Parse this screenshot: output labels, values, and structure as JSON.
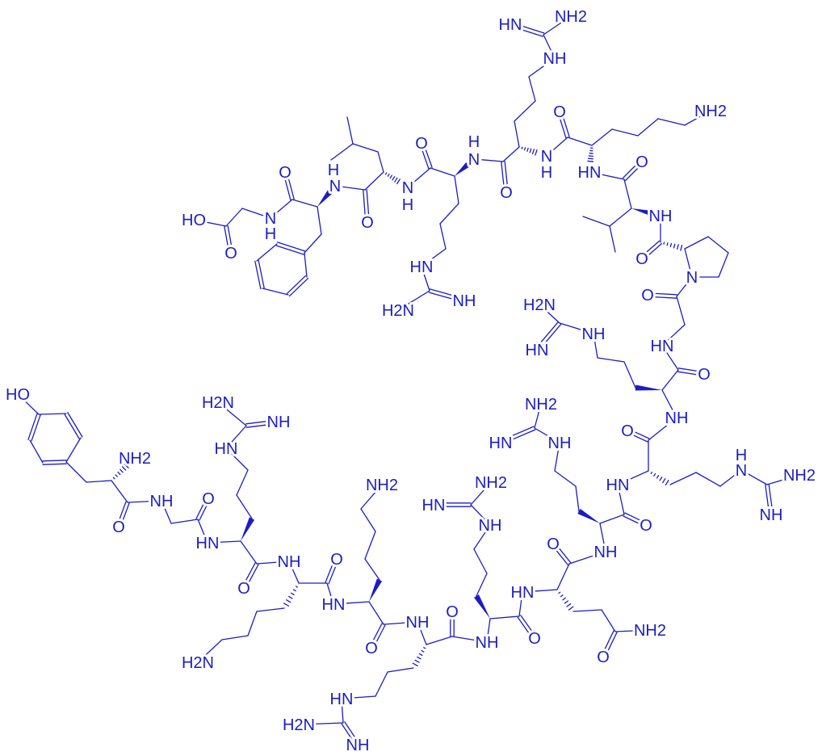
{
  "diagram": {
    "type": "chemical-structure",
    "line_color": "#1c1cc4",
    "atom_labels": {
      "HO1": "HO",
      "O1": "O",
      "N1": "N",
      "N1H": "H",
      "O2": "O",
      "N2": "N",
      "N2H": "H",
      "O3": "O",
      "N3": "N",
      "N3H": "H",
      "O4": "O",
      "NR1": "HN",
      "NHR1": "NH",
      "H2NR1": "H2N",
      "N4": "N",
      "N4H": "H",
      "O5": "O",
      "NR2": "NH",
      "HNR2": "HN",
      "NH2R2": "NH2",
      "N5": "N",
      "N5H": "H",
      "O6": "O",
      "NK": "NH2",
      "NK5": "HN",
      "O7": "O",
      "NV": "NH",
      "O8": "O",
      "NP": "N",
      "O9": "O",
      "NG": "HN",
      "O10": "O",
      "NR3": "NH",
      "H2NR3": "H2N",
      "HNR3": "HN",
      "NR3b": "NH",
      "O11": "O",
      "NR4": "N",
      "NR4H": "H",
      "NH2R4": "NH2",
      "NHR4": "NH",
      "NR4b": "HN",
      "O12": "O",
      "NR5": "NH",
      "NH2R5": "NH2",
      "HNR5": "HN",
      "NR5b": "NH",
      "O13": "O",
      "NQ": "NH2",
      "OQ": "O",
      "NQb": "HN",
      "O14": "O",
      "NR6": "NH",
      "NH2R6": "NH2",
      "HNR6": "HN",
      "NR6b": "NH",
      "O15": "O",
      "NR7": "HN",
      "H2NR7": "H2N",
      "NHR7": "NH",
      "NR7b": "NH",
      "O16": "O",
      "NK2": "NH2",
      "NK2b": "HN",
      "O17": "O",
      "NK1": "H2N",
      "NK1b": "NH",
      "O18": "O",
      "NR8": "HN",
      "H2NR8": "H2N",
      "NHR8": "NH",
      "NR8b": "HN",
      "O19": "O",
      "NG2": "NH",
      "O20": "O",
      "NY": "NH2",
      "HO2": "HO"
    }
  }
}
